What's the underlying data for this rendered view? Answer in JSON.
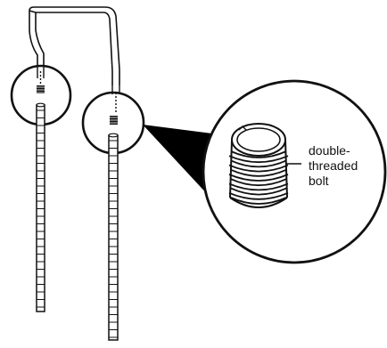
{
  "callout": {
    "label_line1": "double-",
    "label_line2": "threaded",
    "label_line3": "bolt"
  },
  "colors": {
    "stroke": "#111111",
    "fill": "#ffffff",
    "wedge": "#000000"
  },
  "icons": [
    "frame-tube-icon",
    "double-threaded-bolt-icon",
    "magnified-bolt-icon"
  ]
}
